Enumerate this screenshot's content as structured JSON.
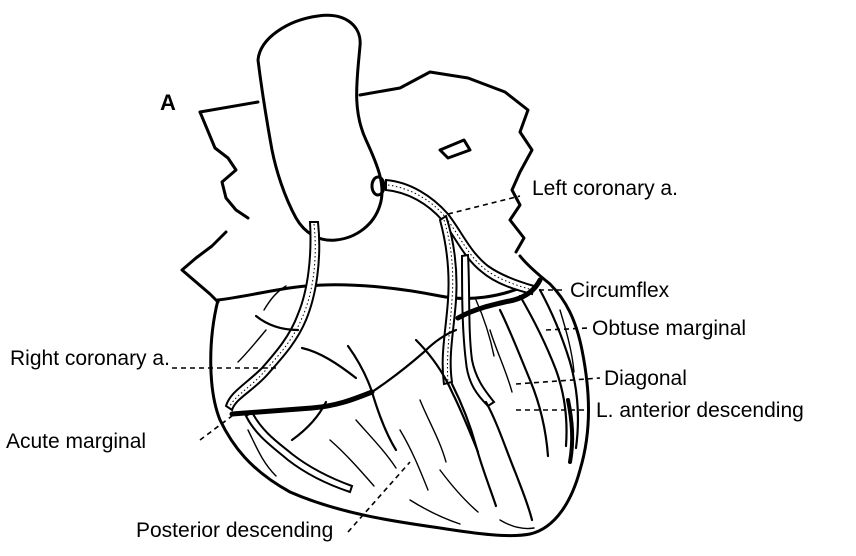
{
  "panel_label": "A",
  "labels": {
    "left_coronary": "Left coronary a.",
    "circumflex": "Circumflex",
    "obtuse_marginal": "Obtuse marginal",
    "diagonal": "Diagonal",
    "lad": "L. anterior descending",
    "right_coronary": "Right coronary a.",
    "acute_marginal": "Acute marginal",
    "posterior_descending": "Posterior descending"
  }
}
